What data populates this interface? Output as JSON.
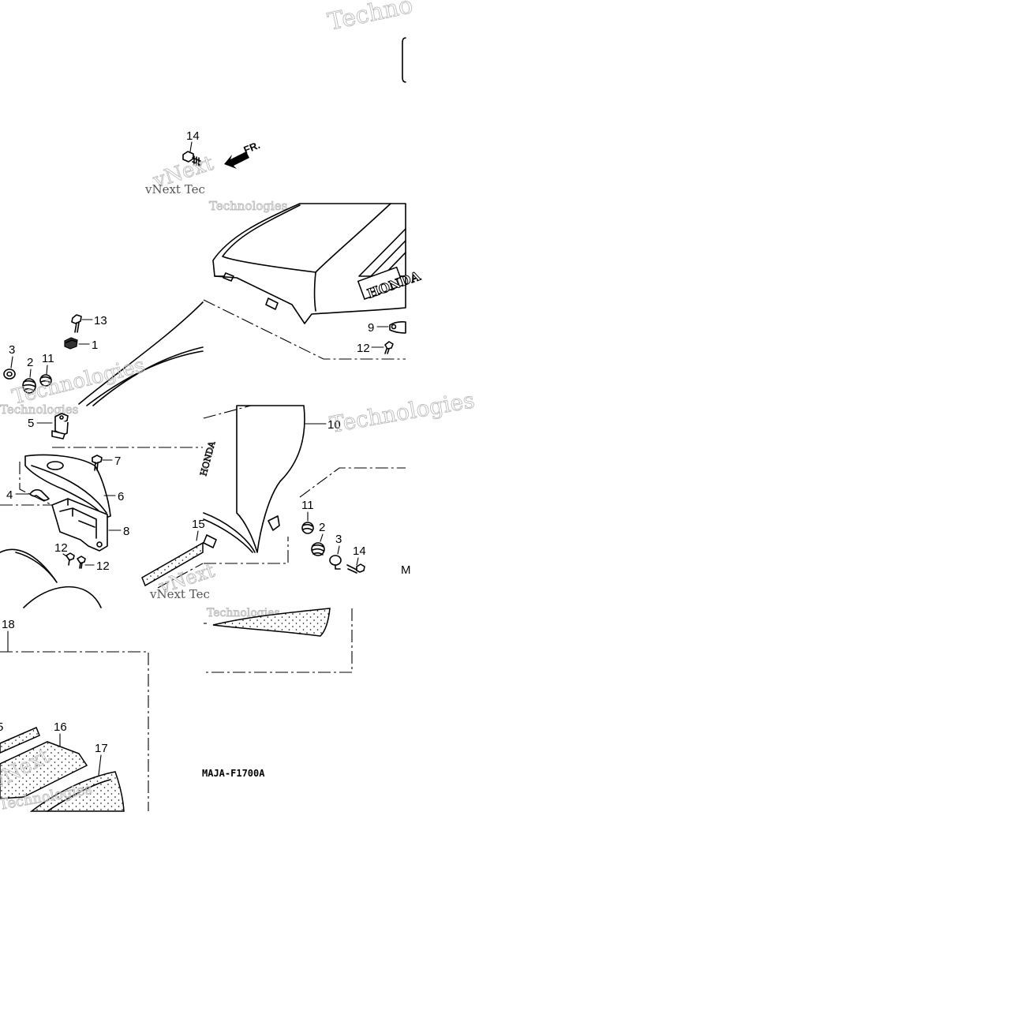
{
  "diagram": {
    "direction_label": "FR.",
    "drawing_code": "MAJA-F1700A",
    "drawing_code_fragment": "M",
    "brand_text": "HONDA",
    "watermark": {
      "line1": "vNext",
      "line2": "Technologies",
      "inline": "vNext Tec",
      "fragment": "Techno"
    },
    "callouts": [
      {
        "id": "c14a",
        "label": "14"
      },
      {
        "id": "c13",
        "label": "13"
      },
      {
        "id": "c1",
        "label": "1"
      },
      {
        "id": "c3a",
        "label": "3"
      },
      {
        "id": "c2a",
        "label": "2"
      },
      {
        "id": "c11a",
        "label": "11"
      },
      {
        "id": "c5",
        "label": "5"
      },
      {
        "id": "c7",
        "label": "7"
      },
      {
        "id": "c4",
        "label": "4"
      },
      {
        "id": "c6",
        "label": "6"
      },
      {
        "id": "c8",
        "label": "8"
      },
      {
        "id": "c12a",
        "label": "12"
      },
      {
        "id": "c12b",
        "label": "12"
      },
      {
        "id": "c9",
        "label": "9"
      },
      {
        "id": "c12c",
        "label": "12"
      },
      {
        "id": "c10",
        "label": "10"
      },
      {
        "id": "c11b",
        "label": "11"
      },
      {
        "id": "c2b",
        "label": "2"
      },
      {
        "id": "c3b",
        "label": "3"
      },
      {
        "id": "c14b",
        "label": "14"
      },
      {
        "id": "c15",
        "label": "15"
      },
      {
        "id": "c18",
        "label": "18"
      },
      {
        "id": "c16",
        "label": "16"
      },
      {
        "id": "c17",
        "label": "17"
      },
      {
        "id": "c15b",
        "label": "5"
      }
    ]
  }
}
